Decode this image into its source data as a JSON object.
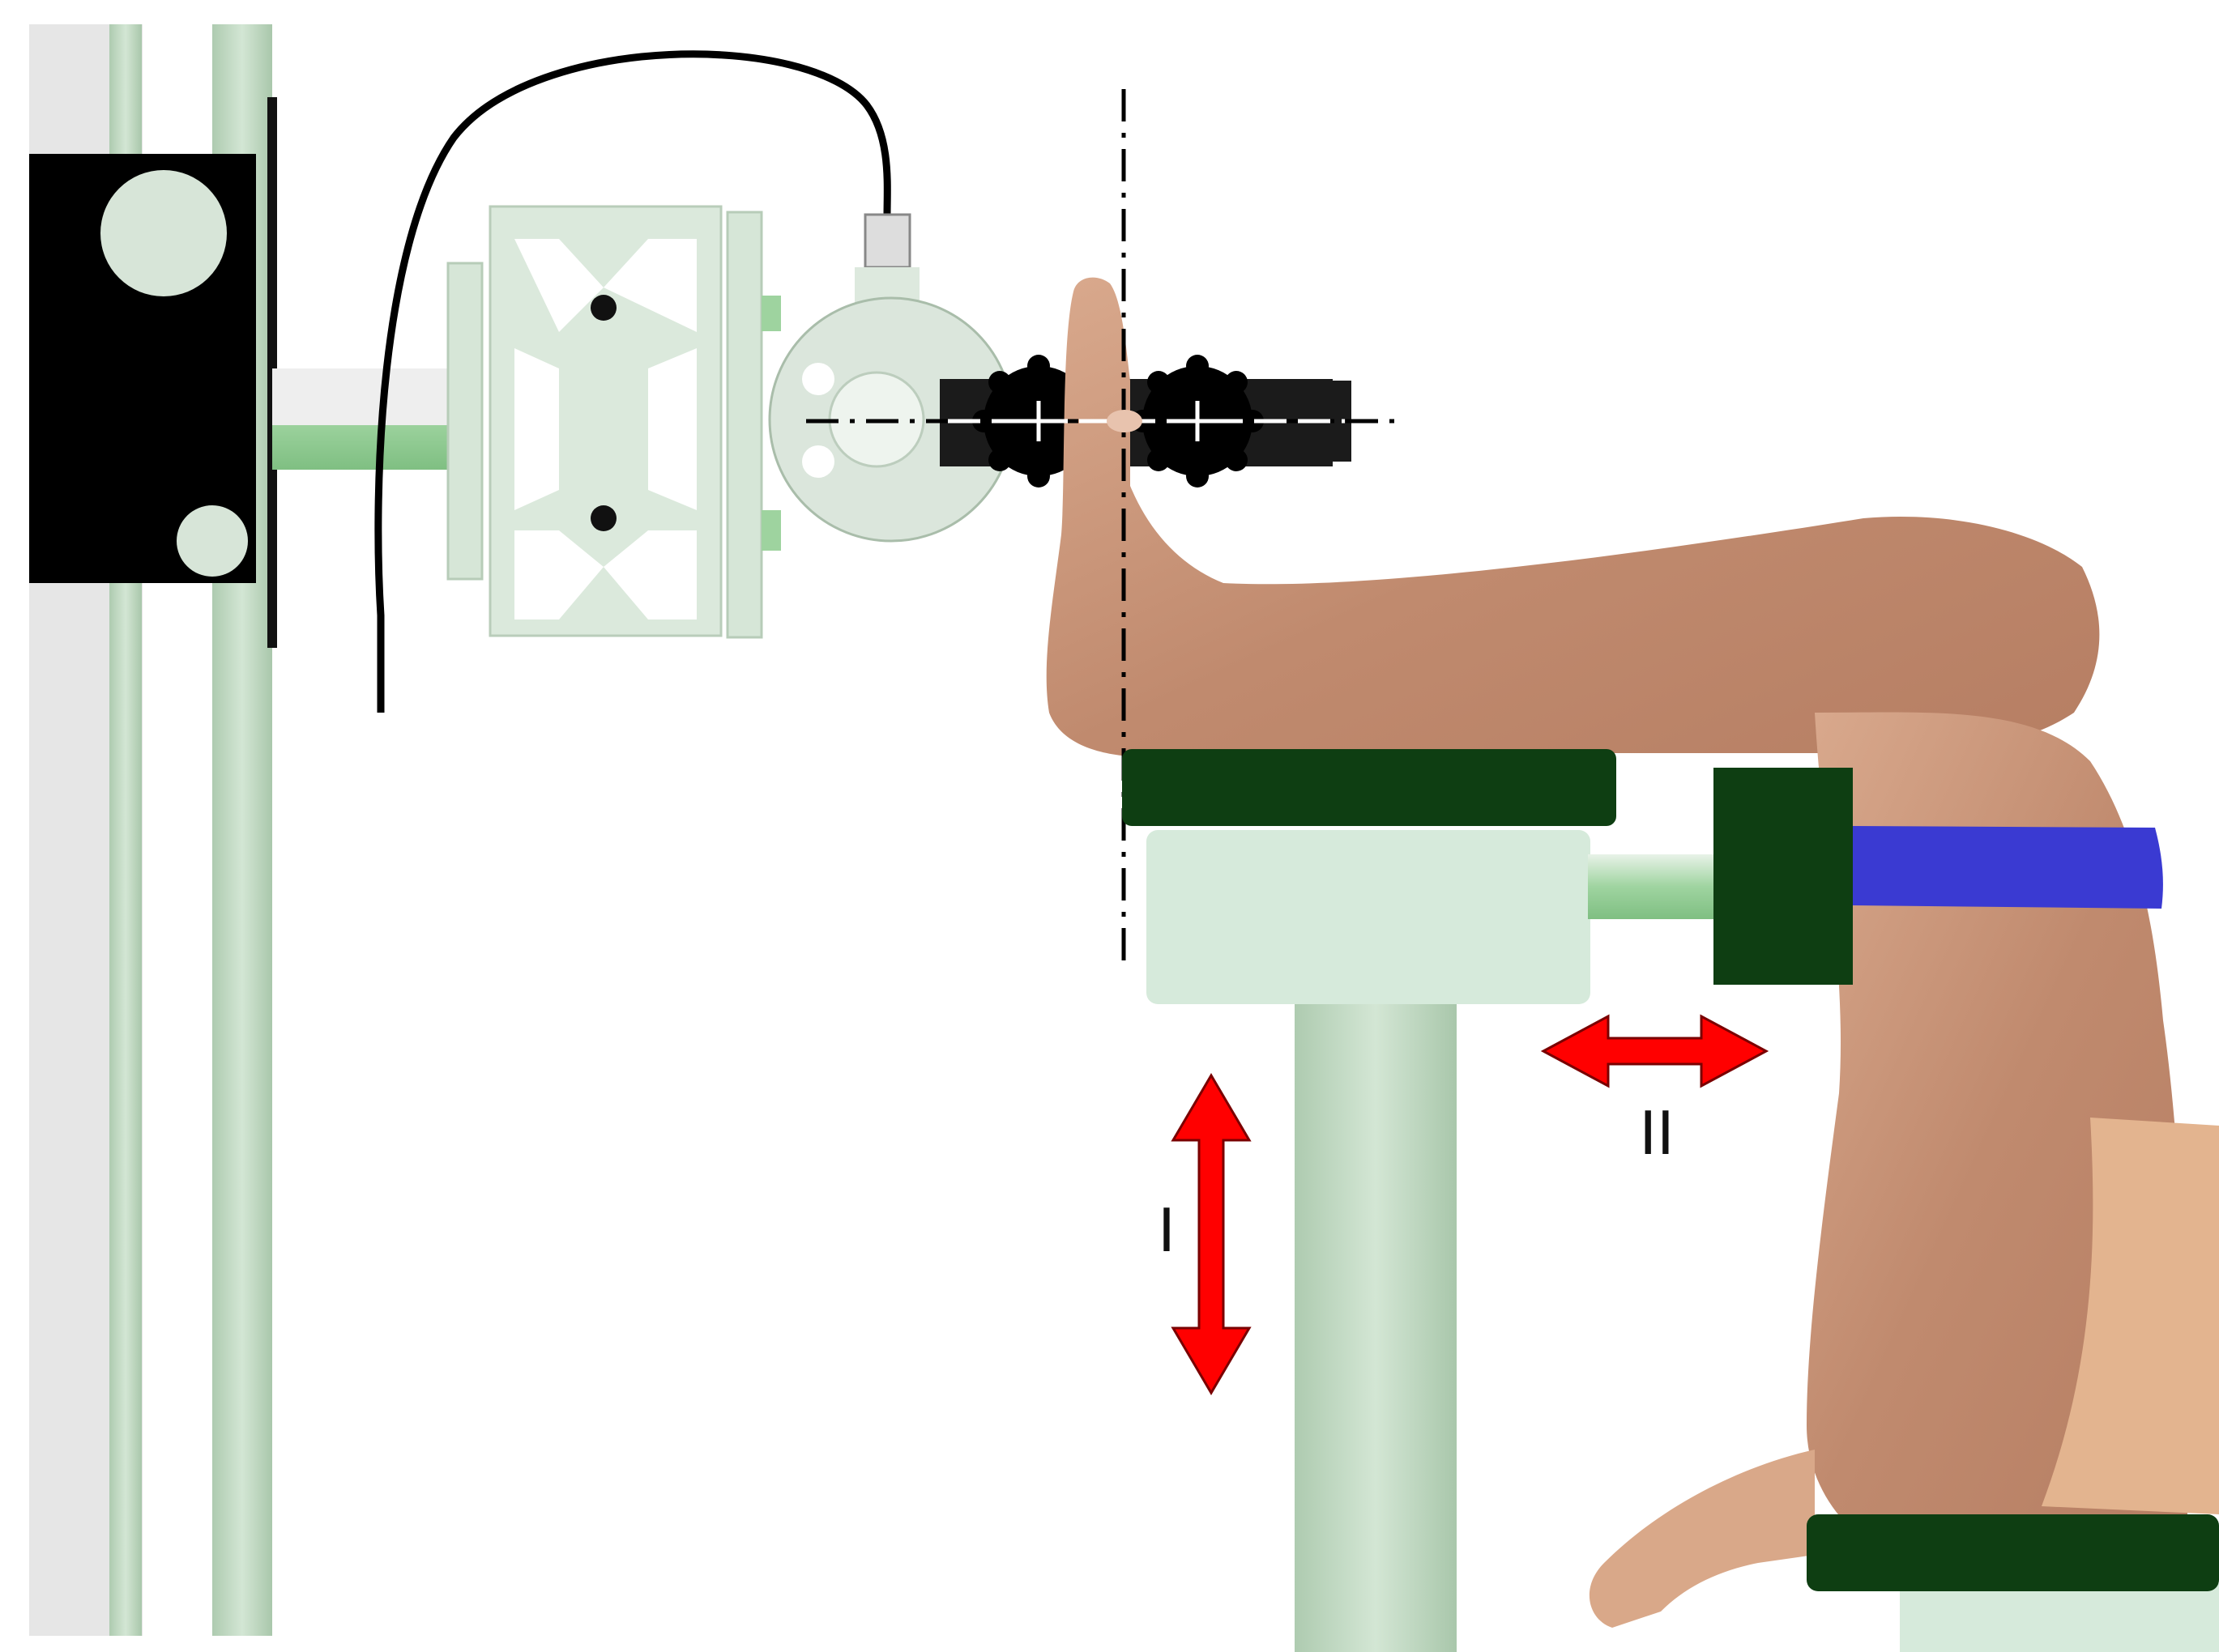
{
  "figure": {
    "labels": {
      "vertical_adjustment": "I",
      "horizontal_adjustment": "II"
    }
  },
  "colors": {
    "frame_green": "#c4d9c6",
    "frame_light": "#d9e9da",
    "rod_green": "#9ed39f",
    "pad_dark_green": "#0e3e12",
    "strap_blue": "#3a3ad2",
    "arrow_red": "#ff0000",
    "skin": "#c8977a",
    "black": "#000000"
  },
  "icons": {
    "vertical_arrow": "double-arrow-vertical",
    "horizontal_arrow": "double-arrow-horizontal"
  }
}
